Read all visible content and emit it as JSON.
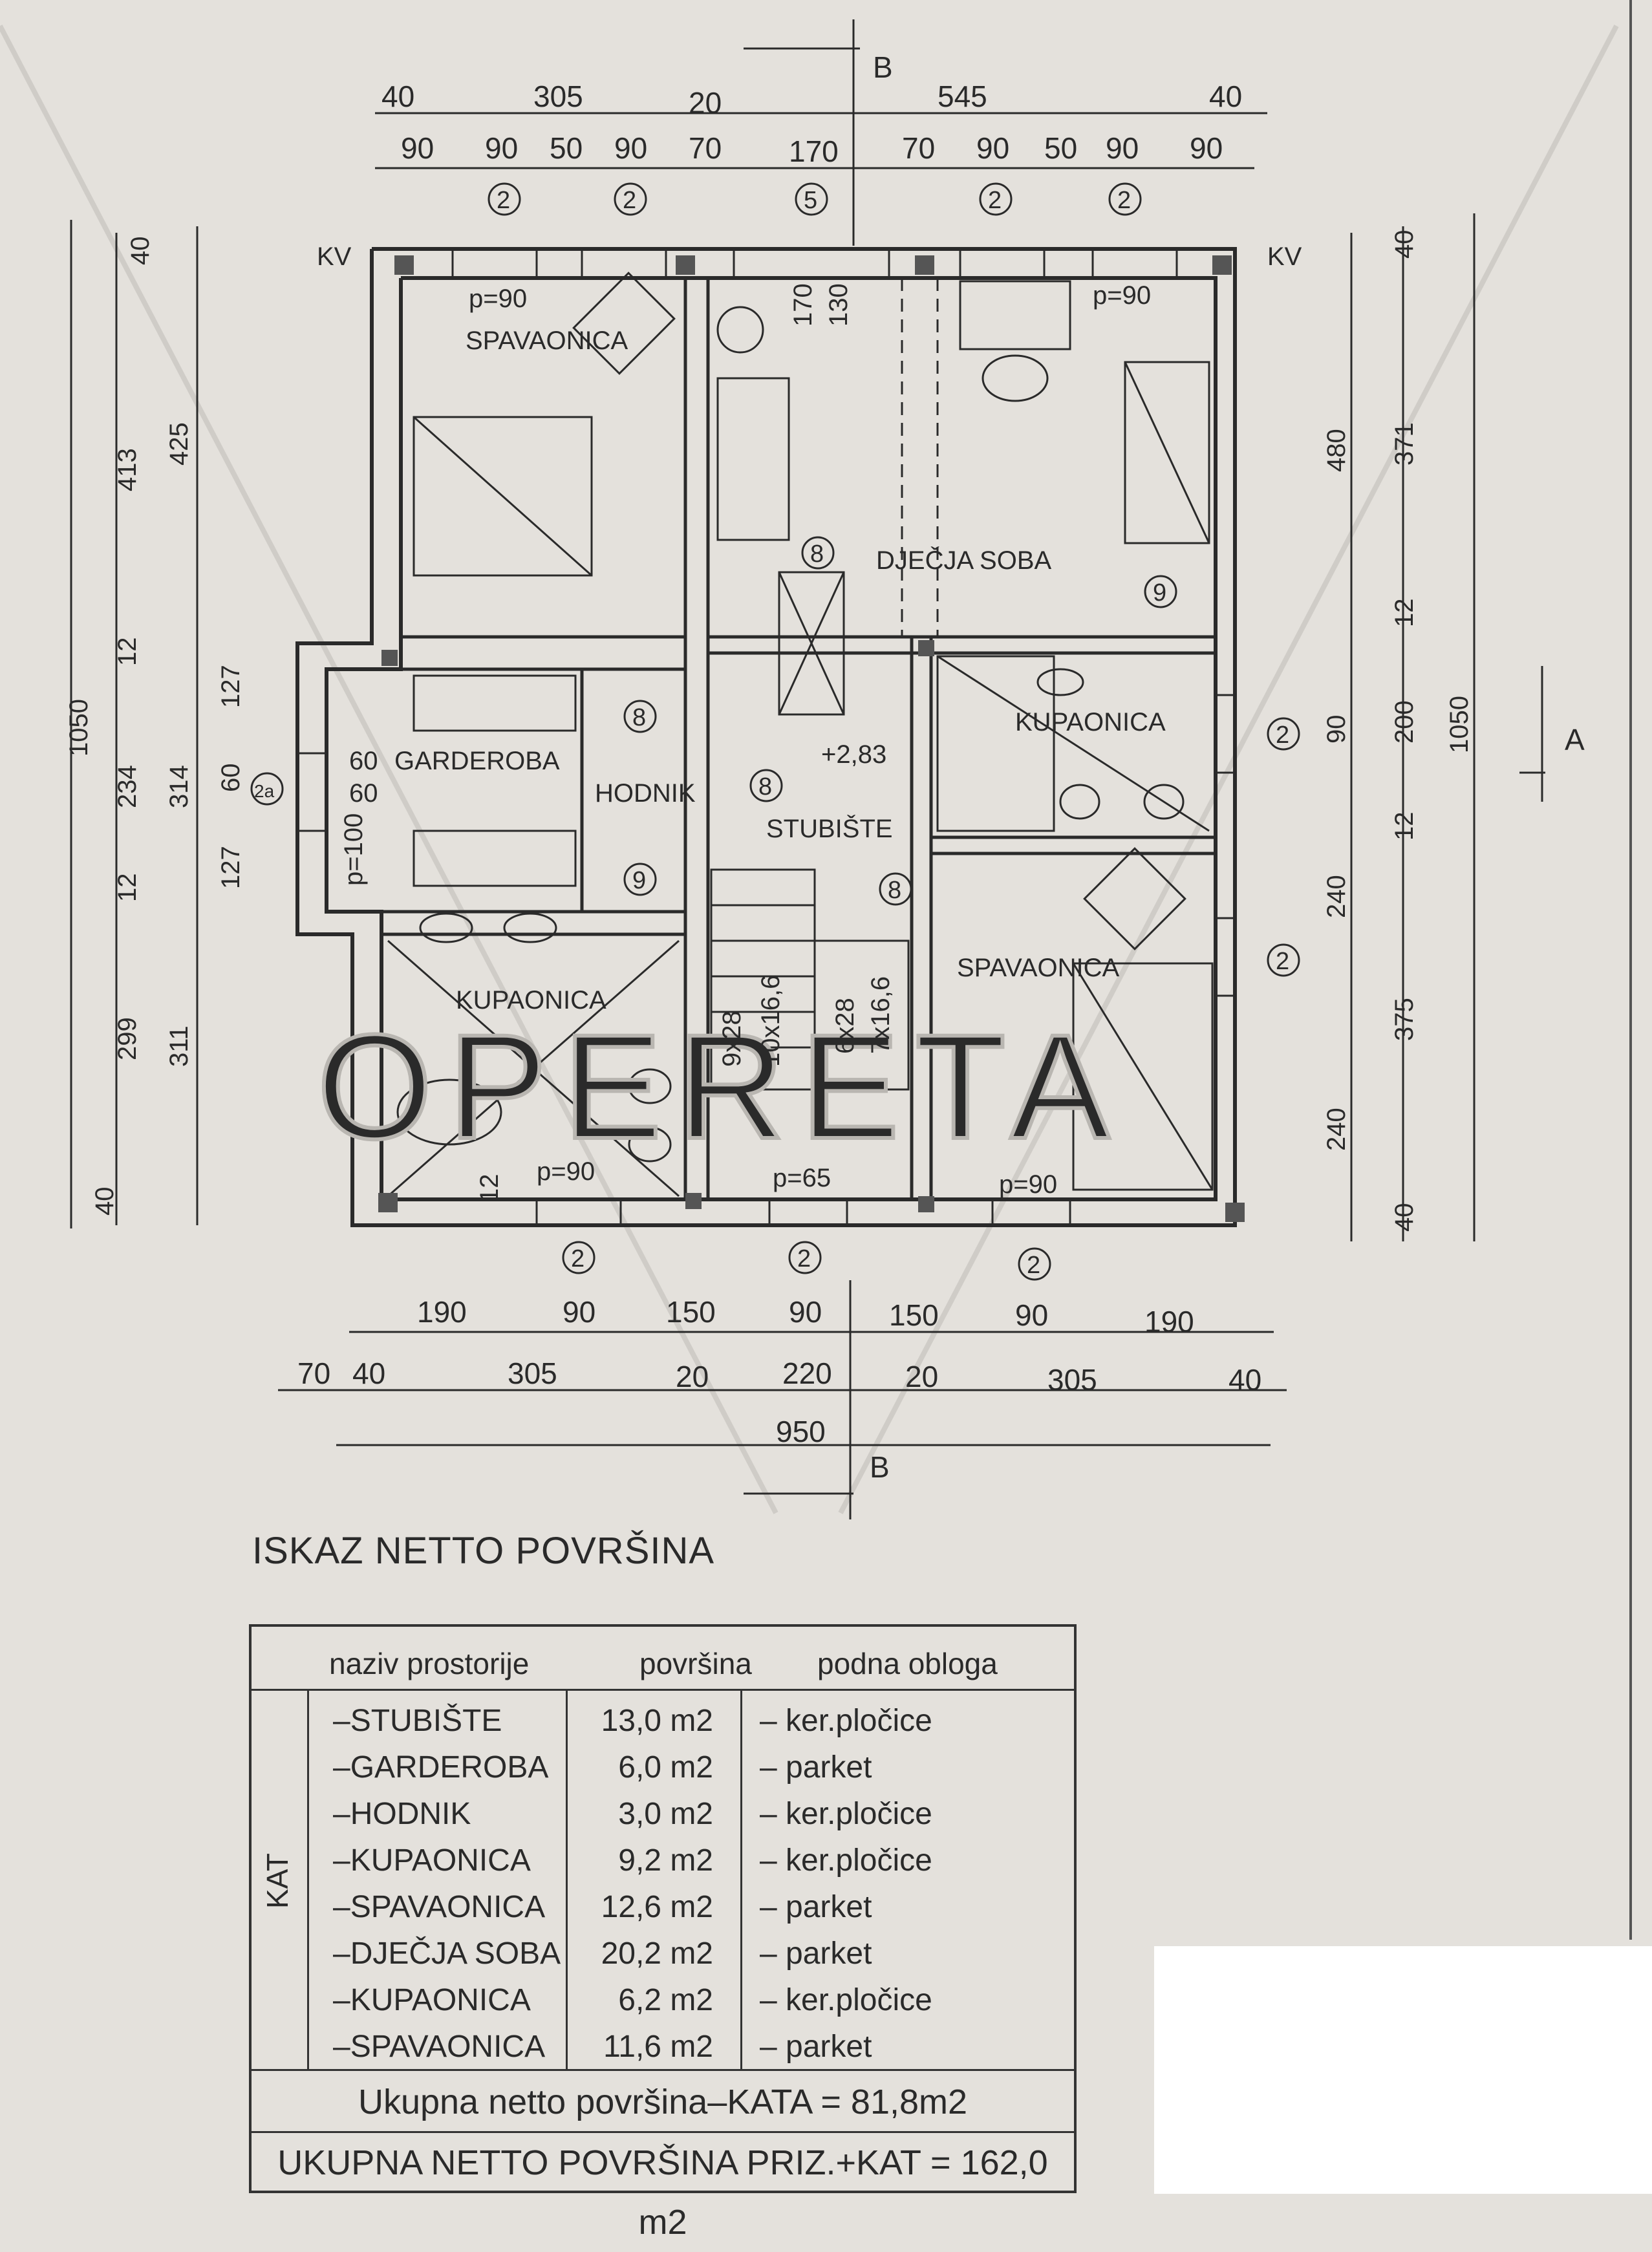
{
  "plan": {
    "rooms": {
      "spavaonica_top": "SPAVAONICA",
      "djecja_soba": "DJEČJA SOBA",
      "garderoba": "GARDEROBA",
      "hodnik": "HODNIK",
      "stubiste": "STUBIŠTE",
      "kupaonica_right": "KUPAONICA",
      "spavaonica_right": "SPAVAONICA",
      "kupaonica_left": "KUPAONICA"
    },
    "level": "+2,83",
    "kv_left": "KV",
    "kv_right": "KV",
    "section_b_top": "B",
    "section_b_bottom": "B",
    "section_a": "A",
    "top_dims_row1": [
      "40",
      "305",
      "20",
      "545",
      "40"
    ],
    "top_dims_row2": [
      "90",
      "90",
      "50",
      "90",
      "70",
      "170",
      "70",
      "90",
      "50",
      "90",
      "90"
    ],
    "bottom_dims_row1": [
      "190",
      "90",
      "150",
      "90",
      "150",
      "90",
      "190"
    ],
    "bottom_dims_row2": [
      "70",
      "40",
      "305",
      "20",
      "220",
      "20",
      "305",
      "40"
    ],
    "bottom_total": "950",
    "left_dims_outer": [
      "40",
      "413",
      "12",
      "234",
      "12",
      "299",
      "40"
    ],
    "left_dims_mid": [
      "425",
      "314",
      "311"
    ],
    "left_dims_inner": [
      "127",
      "60",
      "127"
    ],
    "left_total": "1050",
    "right_dims_outer": [
      "40",
      "371",
      "12",
      "200",
      "12",
      "375",
      "40"
    ],
    "right_dims_mid": [
      "480",
      "240",
      "240"
    ],
    "right_dims_inner": [
      "90"
    ],
    "right_total": "1050",
    "parapets": {
      "p90_tl": "p=90",
      "p90_tr": "p=90",
      "p90_bl": "p=90",
      "p65": "p=65",
      "p90_br": "p=90",
      "p100": "p=100"
    },
    "stair_dims": [
      "170",
      "130",
      "9x28",
      "10x16,6",
      "6x28",
      "7x16,6"
    ],
    "small_dims": [
      "60",
      "60",
      "12"
    ],
    "tags": {
      "t2": "2",
      "t5": "5",
      "t8": "8",
      "t9": "9",
      "t2a": "2a"
    },
    "watermark": "OPERETA"
  },
  "table": {
    "heading": "ISKAZ NETTO POVRŠINA",
    "col_name": "naziv prostorije",
    "col_area": "površina",
    "col_floor": "podna obloga",
    "group": "KAT",
    "rows": [
      {
        "name": "–STUBIŠTE",
        "area": "13,0 m2",
        "floor": "– ker.pločice"
      },
      {
        "name": "–GARDEROBA",
        "area": "6,0 m2",
        "floor": "– parket"
      },
      {
        "name": "–HODNIK",
        "area": "3,0 m2",
        "floor": "– ker.pločice"
      },
      {
        "name": "–KUPAONICA",
        "area": "9,2 m2",
        "floor": "– ker.pločice"
      },
      {
        "name": "–SPAVAONICA",
        "area": "12,6 m2",
        "floor": "– parket"
      },
      {
        "name": "–DJEČJA SOBA",
        "area": "20,2 m2",
        "floor": "– parket"
      },
      {
        "name": "–KUPAONICA",
        "area": "6,2 m2",
        "floor": "– ker.pločice"
      },
      {
        "name": "–SPAVAONICA",
        "area": "11,6 m2",
        "floor": "– parket"
      }
    ],
    "total_kat": "Ukupna netto površina–KATA = 81,8m2",
    "total_all": "UKUPNA NETTO POVRŠINA PRIZ.+KAT = 162,0 m2"
  }
}
